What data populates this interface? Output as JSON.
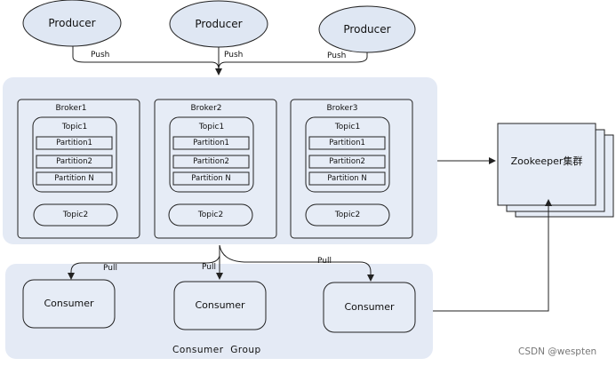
{
  "colors": {
    "producer_fill": "#dfe7f3",
    "cluster_fill": "#e4eaf5",
    "box_fill": "#e6ecf6",
    "stroke": "#222222",
    "watermark": "#777777"
  },
  "producers": [
    {
      "label": "Producer",
      "push_label": "Push"
    },
    {
      "label": "Producer",
      "push_label": "Push"
    },
    {
      "label": "Producer",
      "push_label": "Push"
    }
  ],
  "brokers": [
    {
      "title": "Broker1",
      "topic": "Topic1",
      "partitions": [
        "Partition1",
        "Partition2",
        "Partition N"
      ],
      "topic2": "Topic2"
    },
    {
      "title": "Broker2",
      "topic": "Topic1",
      "partitions": [
        "Partition1",
        "Partition2",
        "Partition N"
      ],
      "topic2": "Topic2"
    },
    {
      "title": "Broker3",
      "topic": "Topic1",
      "partitions": [
        "Partition1",
        "Partition2",
        "Partition N"
      ],
      "topic2": "Topic2"
    }
  ],
  "zookeeper": {
    "label": "Zookeeper集群"
  },
  "pull_labels": [
    "Pull",
    "Pull",
    "Pull"
  ],
  "consumers": [
    "Consumer",
    "Consumer",
    "Consumer"
  ],
  "consumer_group_label": "Consumer  Group",
  "watermark": "CSDN @wespten"
}
